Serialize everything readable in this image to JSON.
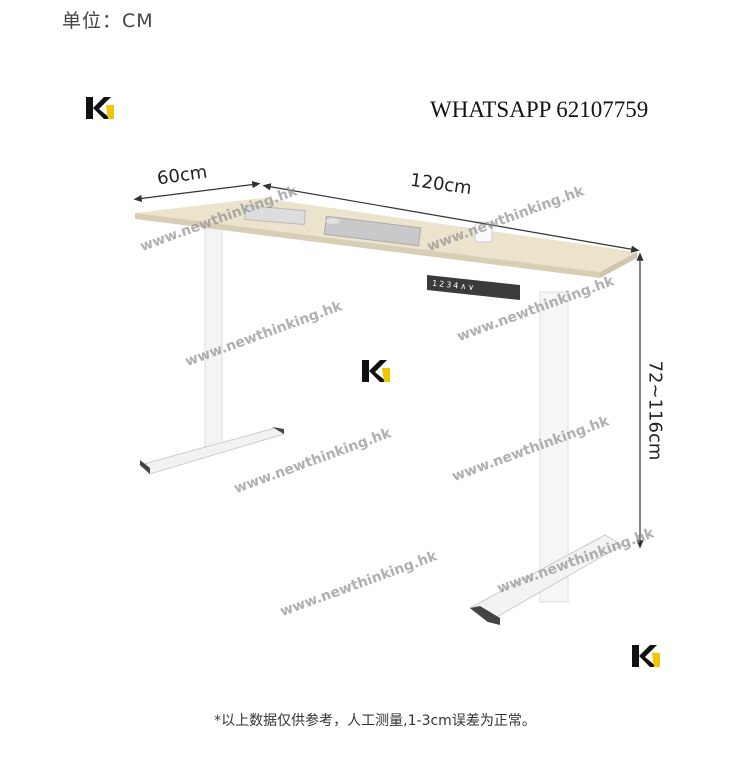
{
  "header": {
    "unit_label": "单位：CM",
    "contact": "WHATSAPP 62107759"
  },
  "dimensions": {
    "depth": "60cm",
    "width": "120cm",
    "height": "72~116cm"
  },
  "control_panel": {
    "buttons": "1234∧∨"
  },
  "watermark": "www.newthinking.hk",
  "logo": {
    "name": "K",
    "accent_color": "#f2c500"
  },
  "footer": {
    "note": "*以上数据仅供参考，人工测量,1-3cm误差为正常。"
  }
}
